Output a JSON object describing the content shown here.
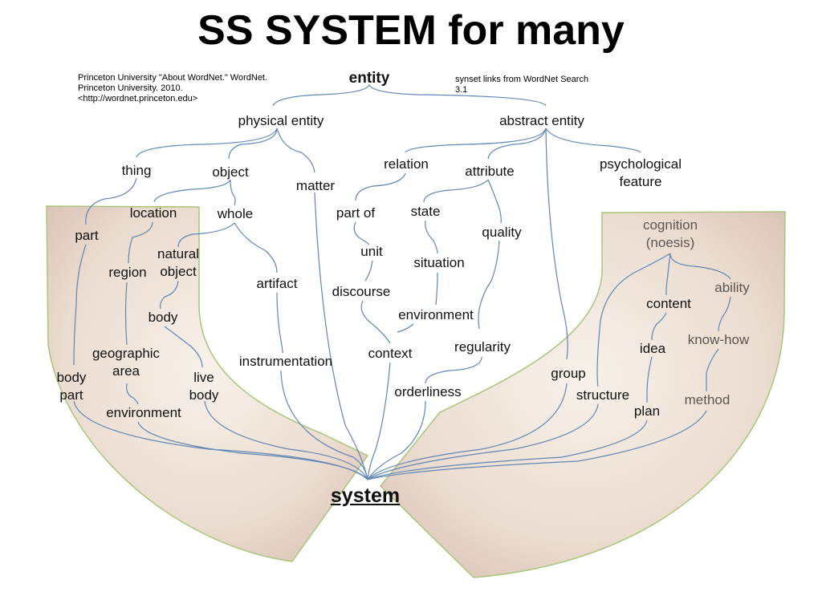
{
  "title": "SS SYSTEM for many",
  "citation": {
    "left_lines": [
      "Princeton University \"About WordNet.\" WordNet.",
      "Princeton University. 2010.",
      "<http://wordnet.princeton.edu>"
    ],
    "right_lines": [
      "synset links from WordNet Search",
      "3.1"
    ]
  },
  "colors": {
    "line": "#5f86b5",
    "panel_fill": "#ece2d7",
    "panel_edge": "#a8c67a",
    "panel_shade": "#d7bcb0"
  },
  "nodes": {
    "entity": "entity",
    "physical_entity": "physical entity",
    "abstract_entity": "abstract entity",
    "thing": "thing",
    "object": "object",
    "matter": "matter",
    "relation": "relation",
    "attribute": "attribute",
    "psychological_feature": [
      "psychological",
      "feature"
    ],
    "part": "part",
    "location": "location",
    "whole": "whole",
    "part_of": "part of",
    "state": "state",
    "quality": "quality",
    "cognition": [
      "cognition",
      "(noesis)"
    ],
    "region": "region",
    "natural_object": [
      "natural",
      "object"
    ],
    "unit": "unit",
    "situation": "situation",
    "ability": "ability",
    "content": "content",
    "artifact": "artifact",
    "discourse": "discourse",
    "environment_mid": "environment",
    "body": "body",
    "idea": "idea",
    "know_how": "know-how",
    "geographic_area": [
      "geographic",
      "area"
    ],
    "context": "context",
    "regularity": "regularity",
    "instrumentation": "instrumentation",
    "body_part": [
      "body",
      "part"
    ],
    "live_body": [
      "live",
      "body"
    ],
    "group": "group",
    "orderliness": "orderliness",
    "structure": "structure",
    "method": "method",
    "environment_left": "environment",
    "plan": "plan",
    "system": "system"
  }
}
